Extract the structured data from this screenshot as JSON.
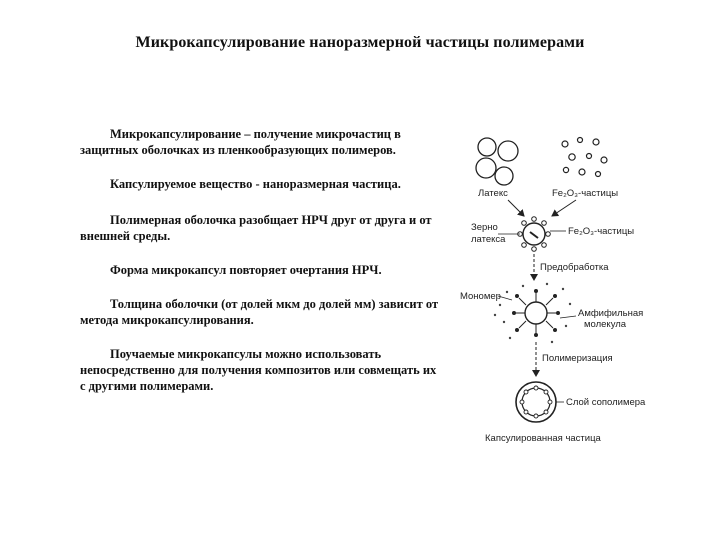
{
  "title": "Микрокапсулирование наноразмерной частицы полимерами",
  "paragraphs": [
    "Микрокапсулирование – получение микрочастиц в защитных оболочках из пленкообразующих полимеров.",
    "Капсулируемое вещество - наноразмерная частица.",
    "Полимерная оболочка разобщает НРЧ друг от друга и от внешней среды.",
    "Форма микрокапсул повторяет очертания НРЧ.",
    "Толщина оболочки (от долей мкм до долей мм) зависит от метода микрокапсулирования.",
    "Поучаемые микрокапсулы можно использовать непосредственно для получения композитов или совмещать их с другими полимерами."
  ],
  "diagram": {
    "label_latex": "Латекс",
    "label_fe_top": "Fe₂O₃-частицы",
    "label_grain_line1": "Зерно",
    "label_grain_line2": "латекса",
    "label_fe_mid": "Fe₂O₃-частицы",
    "label_pretreatment": "Предобработка",
    "label_monomer": "Мономер",
    "label_amphiphilic_line1": "Амфифильная",
    "label_amphiphilic_line2": "молекула",
    "label_polymerization": "Полимеризация",
    "label_copolymer_layer": "Слой сополимера",
    "label_encapsulated": "Капсулированная частица"
  }
}
